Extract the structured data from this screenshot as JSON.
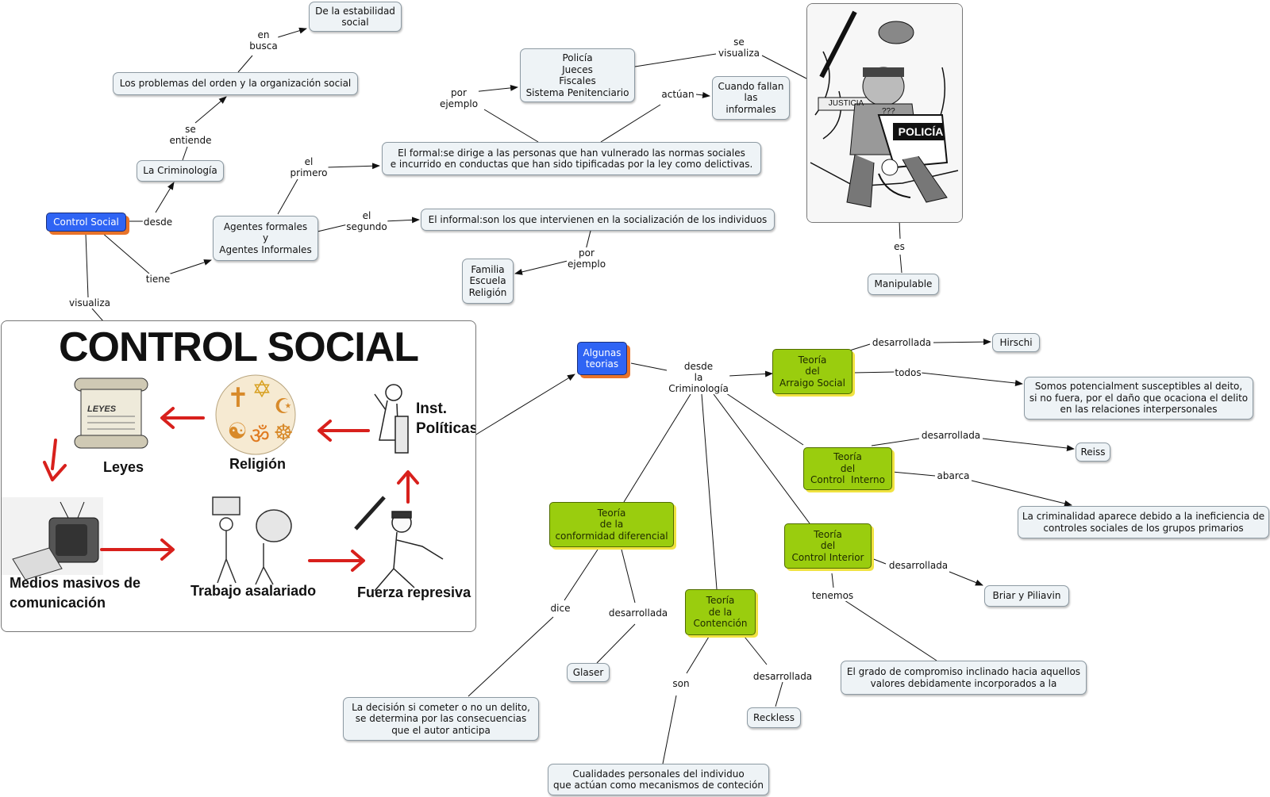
{
  "nodes": {
    "control_social": "Control Social",
    "la_criminologia": "La Criminología",
    "problemas_orden": "Los problemas del orden y la organización social",
    "estabilidad": "De la estabilidad\nsocial",
    "agentes": "Agentes formales\ny\nAgentes Informales",
    "formal": "El formal:se dirige a las personas que han vulnerado las normas sociales\ne incurrido en conductas que han sido tipificadas por la ley como delictivas.",
    "policia": "Policía\nJueces\nFiscales\nSistema Penitenciario",
    "cuando_fallan": "Cuando fallan\nlas\ninformales",
    "informal": "El informal:son los que intervienen en la socialización de los individuos",
    "familia": "Familia\nEscuela\nReligión",
    "manipulable": "Manipulable",
    "algunas_teorias": "Algunas\nteorias",
    "arraigo": "Teoría\ndel\nArraigo Social",
    "hirschi": "Hirschi",
    "somos": "Somos potencialment susceptibles al deito,\nsi no fuera, por el daño que ocaciona el delito\nen las relaciones interpersonales",
    "control_interno": "Teoría\ndel\nControl  Interno",
    "reiss": "Reiss",
    "criminalidad": "La criminalidad aparece debido a la ineficiencia de\ncontroles sociales de los grupos primarios",
    "conformidad": "Teoría\nde la\nconformidad diferencial",
    "control_interior": "Teoría\ndel\nControl Interior",
    "briar": "Briar y Piliavin",
    "contencion": "Teoría\nde la\nContención",
    "glaser": "Glaser",
    "decision": "La decisión si cometer o no un delito,\nse determina por las consecuencias\nque el autor anticipa",
    "reckless": "Reckless",
    "grado": "El grado de compromiso inclinado hacia aquellos\nvalores debidamente incorporados a la",
    "cualidades": "Cualidades personales del individuo\nque actúan como mecanismos de conteción"
  },
  "labels": {
    "en_busca": "en\nbusca",
    "se_entiende": "se\nentiende",
    "desde": "desde",
    "tiene": "tiene",
    "visualiza": "visualiza",
    "el_primero": "el\nprimero",
    "el_segundo": "el\nsegundo",
    "por_ejemplo_1": "por\nejemplo",
    "actuan": "actúan",
    "se_visualiza": "se\nvisualiza",
    "por_ejemplo_2": "por\nejemplo",
    "es": "es",
    "desde_la_criminologia": "desde\nla\nCriminología",
    "desarrollada_1": "desarrollada",
    "todos": "todos",
    "desarrollada_2": "desarrollada",
    "abarca": "abarca",
    "desarrollada_3": "desarrollada",
    "tenemos": "tenemos",
    "dice": "dice",
    "desarrollada_4": "desarrollada",
    "son": "son",
    "desarrollada_5": "desarrollada"
  },
  "infographic": {
    "title": "CONTROL SOCIAL",
    "leyes_scroll": "LEYES",
    "leyes": "Leyes",
    "religion": "Religión",
    "inst_politicas": "Inst.\nPolíticas",
    "medios": "Medios masivos de\ncomunicación",
    "trabajo": "Trabajo asalariado",
    "fuerza": "Fuerza represiva"
  },
  "cartoon": {
    "shield_text": "POLICÍA",
    "banner_text": "JUSTICIA",
    "question": "???"
  },
  "colors": {
    "root_node": "#2f64f4",
    "root_shadow": "#e8732a",
    "theory_node": "#9acd0e",
    "theory_shadow": "#f0e340",
    "plain_node": "#eef3f6",
    "arrow_red": "#d8201c"
  }
}
